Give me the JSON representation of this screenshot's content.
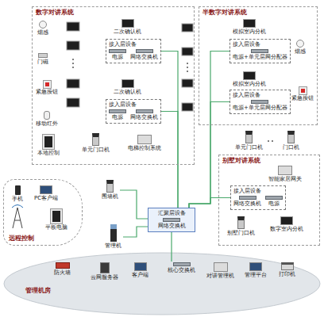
{
  "diagram": {
    "nodes": [
      {
        "text": [
          "数字对讲系统"
        ]
      },
      {
        "text": [
          "烟感"
        ],
        "in": 0
      },
      {
        "text": [
          "门磁"
        ],
        "in": 0
      },
      {
        "text": [
          "紧急按钮"
        ],
        "in": 0
      },
      {
        "text": [
          "移动红外"
        ],
        "in": 0
      },
      {
        "text": [
          "二次确认机"
        ],
        "in": 0
      },
      {
        "text": [
          "接入层设备",
          "电源",
          "网络交换机"
        ],
        "in": 0
      },
      {
        "text": [
          "二次确认机"
        ],
        "in": 0
      },
      {
        "text": [
          "接入层设备",
          "电源",
          "网络交换机"
        ],
        "in": 0
      },
      {
        "text": [
          "本地控制"
        ],
        "in": 0
      },
      {
        "text": [
          "单元门口机"
        ],
        "in": 0
      },
      {
        "text": [
          "电梯控制系统"
        ],
        "in": 0
      },
      {
        "text": [
          "半数字对讲系统"
        ]
      },
      {
        "text": [
          "模拟室内分机"
        ],
        "in": 12
      },
      {
        "text": [
          "接入层设备",
          "电源+单元层网分配器"
        ],
        "in": 12
      },
      {
        "text": [
          "烟感"
        ],
        "in": 12
      },
      {
        "text": [
          "模拟室内分机"
        ],
        "in": 12
      },
      {
        "text": [
          "接入层设备",
          "电源+单元层网分配器"
        ],
        "in": 12
      },
      {
        "text": [
          "紧急按钮"
        ],
        "in": 12
      },
      {
        "text": [
          "单元门口机"
        ]
      },
      {
        "text": [
          "门口机"
        ]
      },
      {
        "text": [
          "远程控制"
        ]
      },
      {
        "text": [
          "手机"
        ],
        "in": 21
      },
      {
        "text": [
          "PC客户端"
        ],
        "in": 21
      },
      {
        "text": [
          "平板电脑"
        ],
        "in": 21
      },
      {
        "text": [
          "围墙机"
        ]
      },
      {
        "text": [
          "汇聚层设备",
          "网络交换机"
        ]
      },
      {
        "text": [
          "别墅对讲系统"
        ]
      },
      {
        "text": [
          "智能家居网关"
        ],
        "in": 27
      },
      {
        "text": [
          "接入层设备",
          "网络交换机",
          "电源"
        ],
        "in": 27
      },
      {
        "text": [
          "别墅门口机"
        ],
        "in": 27
      },
      {
        "text": [
          "数字室内分机"
        ],
        "in": 27
      },
      {
        "text": [
          "管理机"
        ]
      },
      {
        "text": [
          "管理机房"
        ]
      },
      {
        "text": [
          "防火墙"
        ],
        "in": 33
      },
      {
        "text": [
          "云网服务器"
        ],
        "in": 33
      },
      {
        "text": [
          "客户端"
        ],
        "in": 33
      },
      {
        "text": [
          "核心交换机"
        ],
        "in": 33
      },
      {
        "text": [
          "对讲管理机"
        ],
        "in": 33
      },
      {
        "text": [
          "管理平台"
        ],
        "in": 33
      },
      {
        "text": [
          "打印机"
        ],
        "in": 33
      }
    ],
    "edges": [
      {
        "from": 6,
        "to": 26,
        "arrow": "none"
      },
      {
        "from": 8,
        "to": 26,
        "arrow": "none"
      },
      {
        "from": 14,
        "to": 26,
        "arrow": "none"
      },
      {
        "from": 17,
        "to": 26,
        "arrow": "none"
      },
      {
        "from": 29,
        "to": 26,
        "arrow": "none"
      },
      {
        "from": 25,
        "to": 26,
        "arrow": "none"
      },
      {
        "from": 32,
        "to": 26,
        "arrow": "none"
      },
      {
        "from": 26,
        "to": 37,
        "arrow": "none"
      }
    ]
  }
}
